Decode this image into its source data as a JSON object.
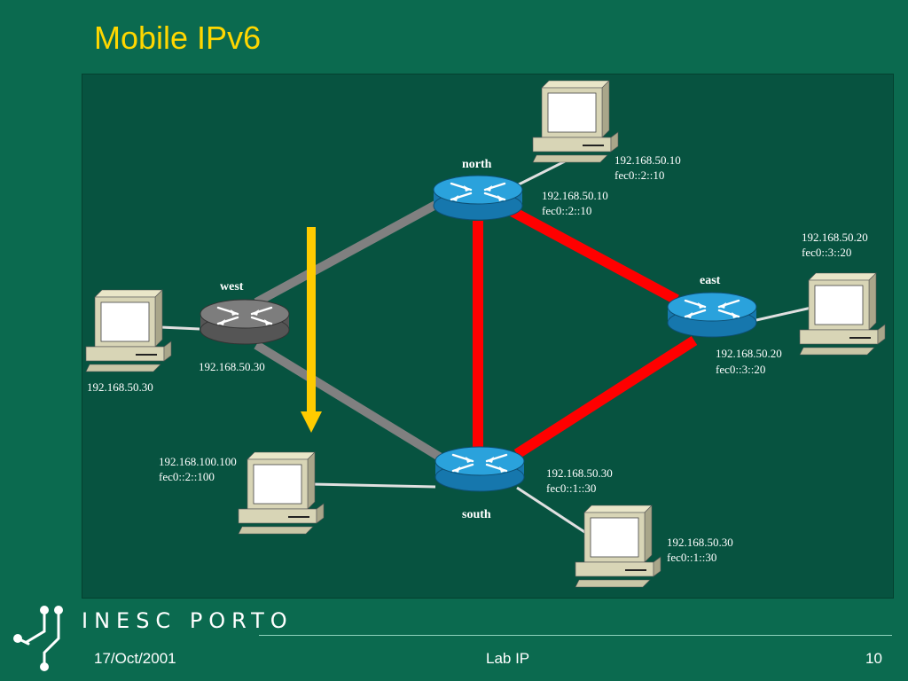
{
  "slide": {
    "title": "Mobile IPv6"
  },
  "routers": {
    "north": {
      "name": "north",
      "ip": "192.168.50.10",
      "ipv6": "fec0::2::10",
      "color": "#1d8fc4"
    },
    "west": {
      "name": "west",
      "ip": "192.168.50.30",
      "color": "#6b6b6b"
    },
    "east": {
      "name": "east",
      "ip": "192.168.50.20",
      "ipv6": "fec0::3::20",
      "color": "#1d8fc4"
    },
    "south": {
      "name": "south",
      "ip": "192.168.50.30",
      "ipv6": "fec0::1::30",
      "color": "#1d8fc4"
    }
  },
  "hosts": {
    "north_host": {
      "ip": "192.168.50.10",
      "ipv6": "fec0::2::10"
    },
    "west_host": {
      "ip": "192.168.50.30"
    },
    "east_host": {
      "ip": "192.168.50.20",
      "ipv6": "fec0::3::20"
    },
    "south_host": {
      "ip": "192.168.50.30",
      "ipv6": "fec0::1::30"
    },
    "mobile_host": {
      "ip": "192.168.100.100",
      "ipv6": "fec0::2::100"
    }
  },
  "links": {
    "active_color": "#ff0000",
    "inactive_color": "#808080",
    "movement_arrow_color": "#ffcc00"
  },
  "footer": {
    "brand": "INESC PORTO",
    "date": "17/Oct/2001",
    "center": "Lab IP",
    "page": "10"
  }
}
